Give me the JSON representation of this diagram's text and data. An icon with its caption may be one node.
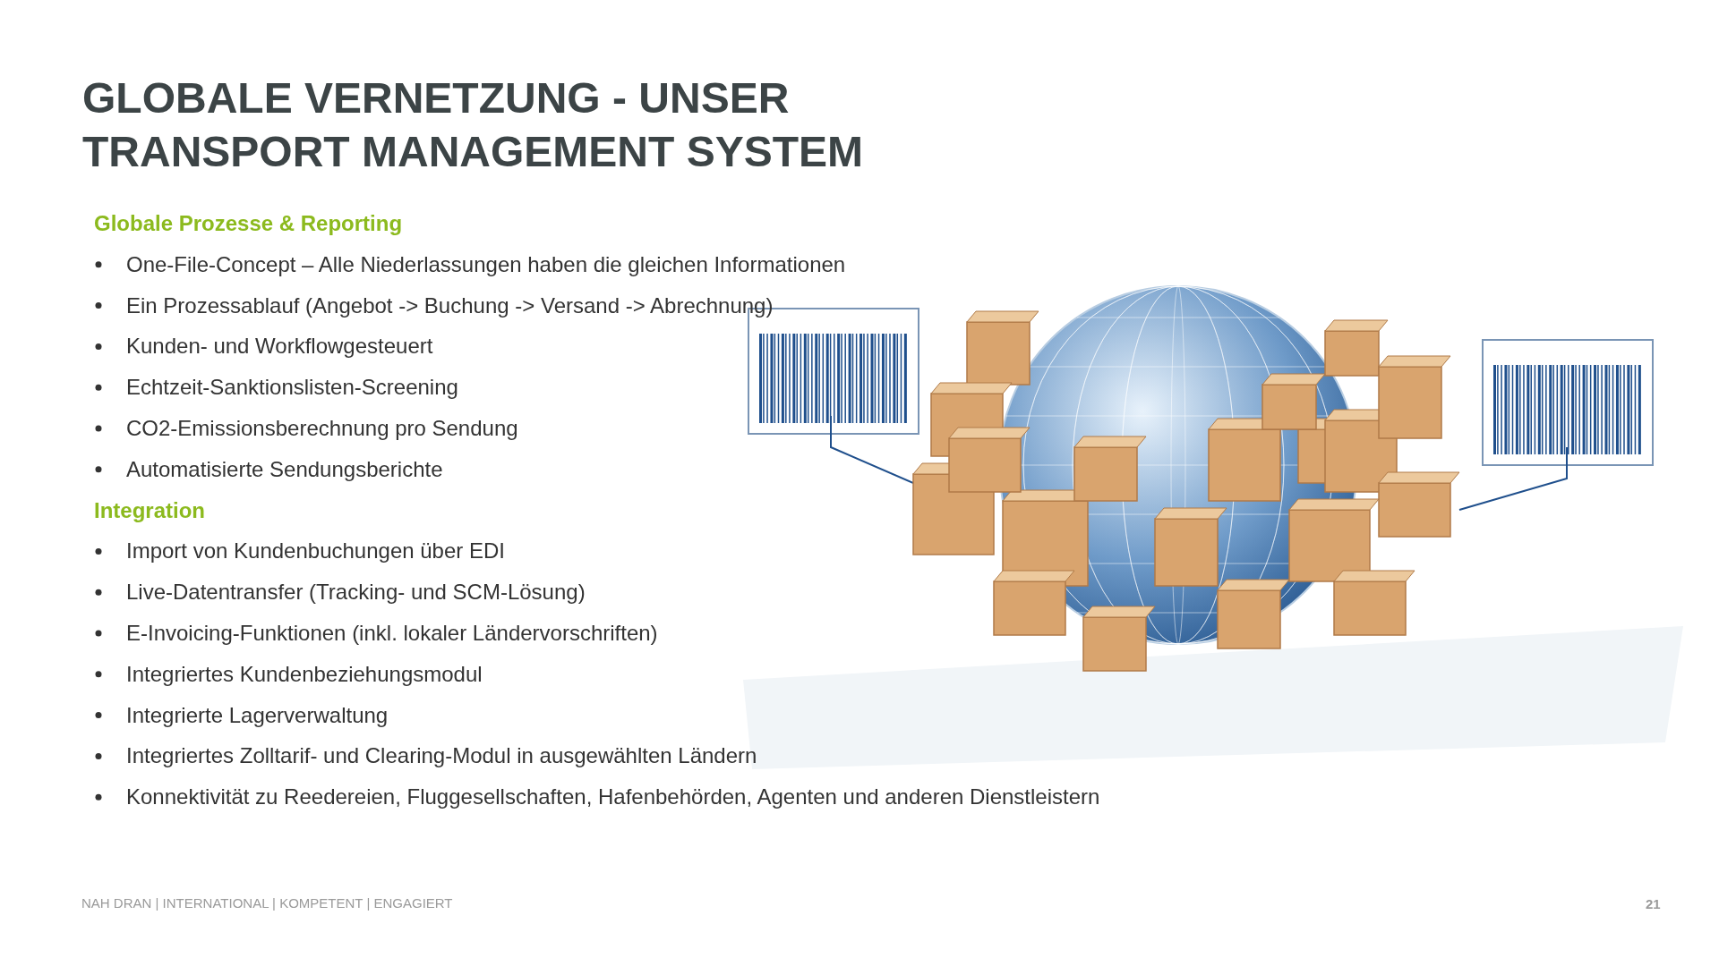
{
  "diagram": {
    "title": "GLOBALE VERNETZUNG - UNSER TRANSPORT MANAGEMENT SYSTEM",
    "labels": [
      "Globale Prozesse & Reporting",
      "One-File-Concept – Alle Niederlassungen haben die gleichen Informationen",
      "Ein Prozessablauf (Angebot -> Buchung -> Versand -> Abrechnung)",
      "Kunden- und Workflowgesteuert",
      "Echtzeit-Sanktionslisten-Screening",
      "CO2-Emissionsberechnung pro Sendung",
      "Automatisierte Sendungsberichte",
      "Integration",
      "Import von Kundenbuchungen über EDI",
      "Live-Datentransfer (Tracking- und SCM-Lösung)",
      "E-Invoicing-Funktionen (inkl. lokaler Ländervorschriften)",
      "Integriertes Kundenbeziehungsmodul",
      "Integrierte Lagerverwaltung",
      "Integriertes Zolltarif- und Clearing-Modul in ausgewählten Ländern",
      "Konnektivität zu Reedereien, Fluggesellschaften, Hafenbehörden, Agenten und anderen Dienstleistern",
      "NAH DRAN | INTERNATIONAL | KOMPETENT | ENGAGIERT",
      "21"
    ]
  }
}
